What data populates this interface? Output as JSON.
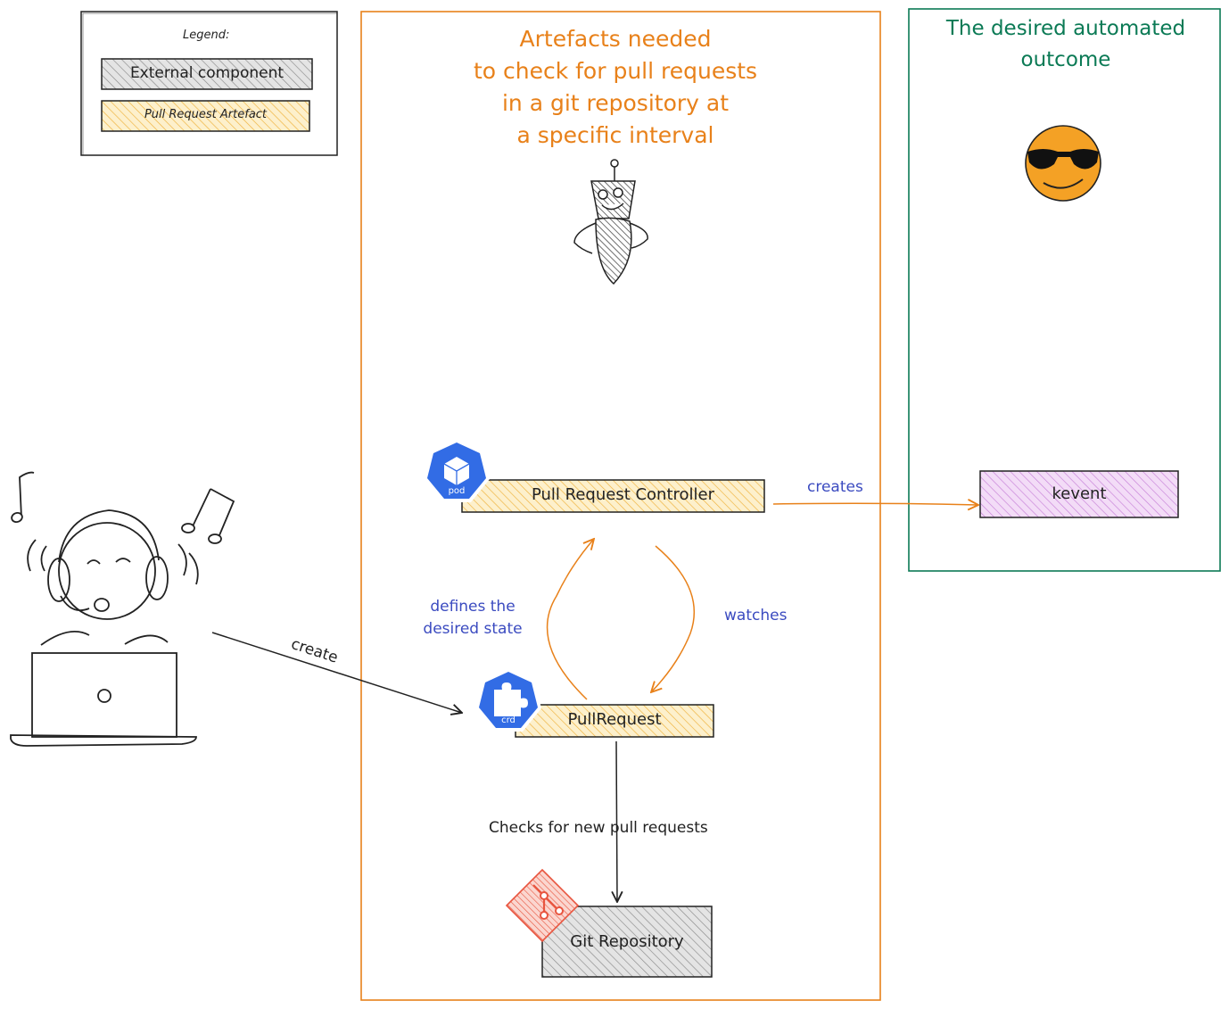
{
  "legend": {
    "title": "Legend:",
    "external": "External component",
    "artefact": "Pull Request Artefact"
  },
  "artefacts_box": {
    "title_lines": [
      "Artefacts needed",
      "to check for pull requests",
      "in a git repository at",
      "a specific interval"
    ]
  },
  "outcome_box": {
    "title_lines": [
      "The desired automated",
      "outcome"
    ]
  },
  "nodes": {
    "controller": "Pull Request Controller",
    "pullrequest": "PullRequest",
    "git_repo": "Git Repository",
    "kevent": "kevent",
    "pod_badge": "pod",
    "crd_badge": "crd"
  },
  "edges": {
    "creates": "creates",
    "create": "create",
    "defines_line1": "defines the",
    "defines_line2": "desired state",
    "watches": "watches",
    "checks": "Checks for new pull requests"
  },
  "colors": {
    "orange": "#e8811a",
    "green": "#0b7a55",
    "blue": "#3b4bc0",
    "yellow_fill": "#fbe3a3",
    "gray_fill": "#d7d7d7",
    "purple_fill": "#e4b8ee",
    "k8s_blue": "#326ce5",
    "git_red": "#e8553f",
    "smiley": "#f4a125"
  }
}
